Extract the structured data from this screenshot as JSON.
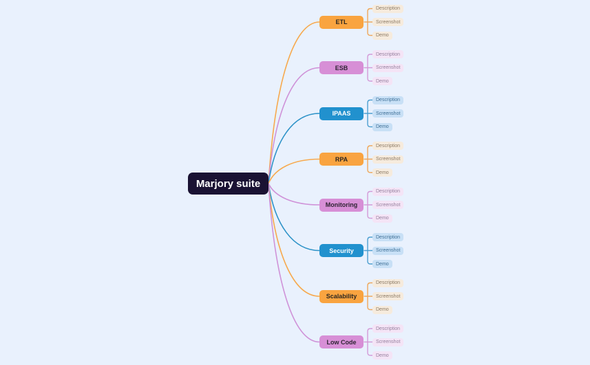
{
  "canvas": {
    "background": "#e9f1fd"
  },
  "root": {
    "label": "Marjory suite",
    "fill": "#1a1233",
    "text_color": "#ffffff"
  },
  "themes": {
    "orange": {
      "node_fill": "#f9a440",
      "node_text": "#2b2620",
      "edge": "#f7a94d",
      "sub_fill": "#f6ebdd",
      "sub_text": "#8c7a65",
      "sub_edge": "#efa75a"
    },
    "purple": {
      "node_fill": "#d78fd6",
      "node_text": "#2e2433",
      "edge": "#cf92d8",
      "sub_fill": "#f4e4f6",
      "sub_text": "#96809e",
      "sub_edge": "#d49bd8"
    },
    "blue": {
      "node_fill": "#2191ce",
      "node_text": "#ffffff",
      "edge": "#2e93c8",
      "sub_fill": "#c8e0f6",
      "sub_text": "#3e6f96",
      "sub_edge": "#4d9fd0"
    }
  },
  "branches": [
    {
      "label": "ETL",
      "theme": "orange",
      "children": [
        "Description",
        "Screenshot",
        "Demo"
      ]
    },
    {
      "label": "ESB",
      "theme": "purple",
      "children": [
        "Description",
        "Screenshot",
        "Demo"
      ]
    },
    {
      "label": "IPAAS",
      "theme": "blue",
      "children": [
        "Description",
        "Screenshot",
        "Demo"
      ]
    },
    {
      "label": "RPA",
      "theme": "orange",
      "children": [
        "Description",
        "Screenshot",
        "Demo"
      ]
    },
    {
      "label": "Monitoring",
      "theme": "purple",
      "children": [
        "Description",
        "Screenshot",
        "Demo"
      ]
    },
    {
      "label": "Security",
      "theme": "blue",
      "children": [
        "Description",
        "Screenshot",
        "Demo"
      ]
    },
    {
      "label": "Scalability",
      "theme": "orange",
      "children": [
        "Description",
        "Screenshot",
        "Demo"
      ]
    },
    {
      "label": "Low Code",
      "theme": "purple",
      "children": [
        "Description",
        "Screenshot",
        "Demo"
      ]
    }
  ]
}
